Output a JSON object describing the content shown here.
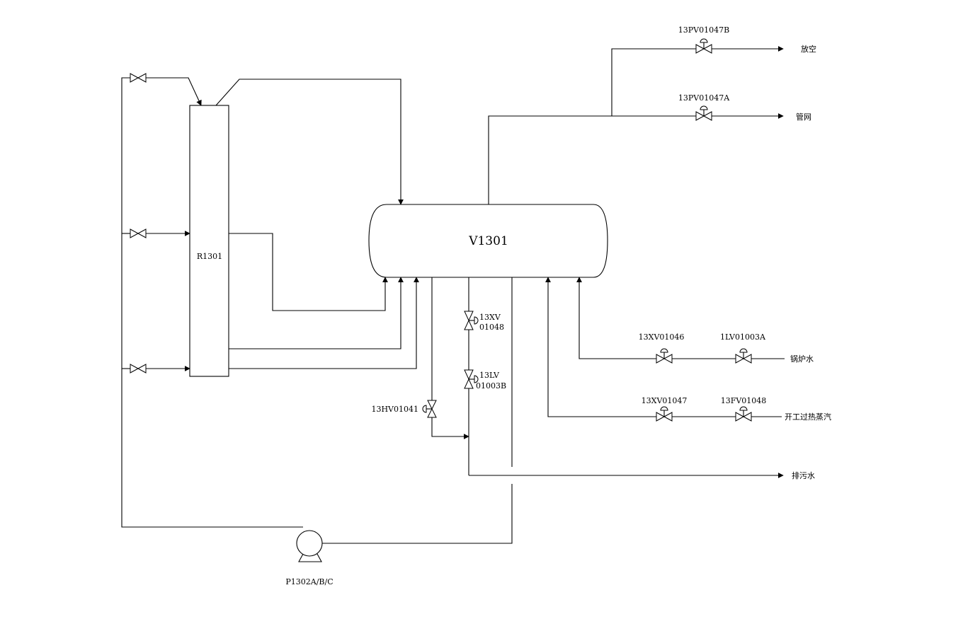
{
  "equipment": {
    "drum": "V1301",
    "reactor": "R1301",
    "pump": "P1302A/B/C"
  },
  "valves": {
    "vent_valve": "13PV01047B",
    "network_valve": "13PV01047A",
    "xv_01048_line1": "13XV",
    "xv_01048_line2": "01048",
    "lv_01003b_line1": "13LV",
    "lv_01003b_line2": "01003B",
    "hv": "13HV01041",
    "xv_01046": "13XV01046",
    "lv_01003a": "1LV01003A",
    "xv_01047": "13XV01047",
    "fv_01048": "13FV01048"
  },
  "destinations": {
    "vent": "放空",
    "pipe_network": "管网",
    "boiler_water": "锅炉水",
    "startup_steam": "开工过热蒸汽",
    "blowdown": "排污水"
  }
}
